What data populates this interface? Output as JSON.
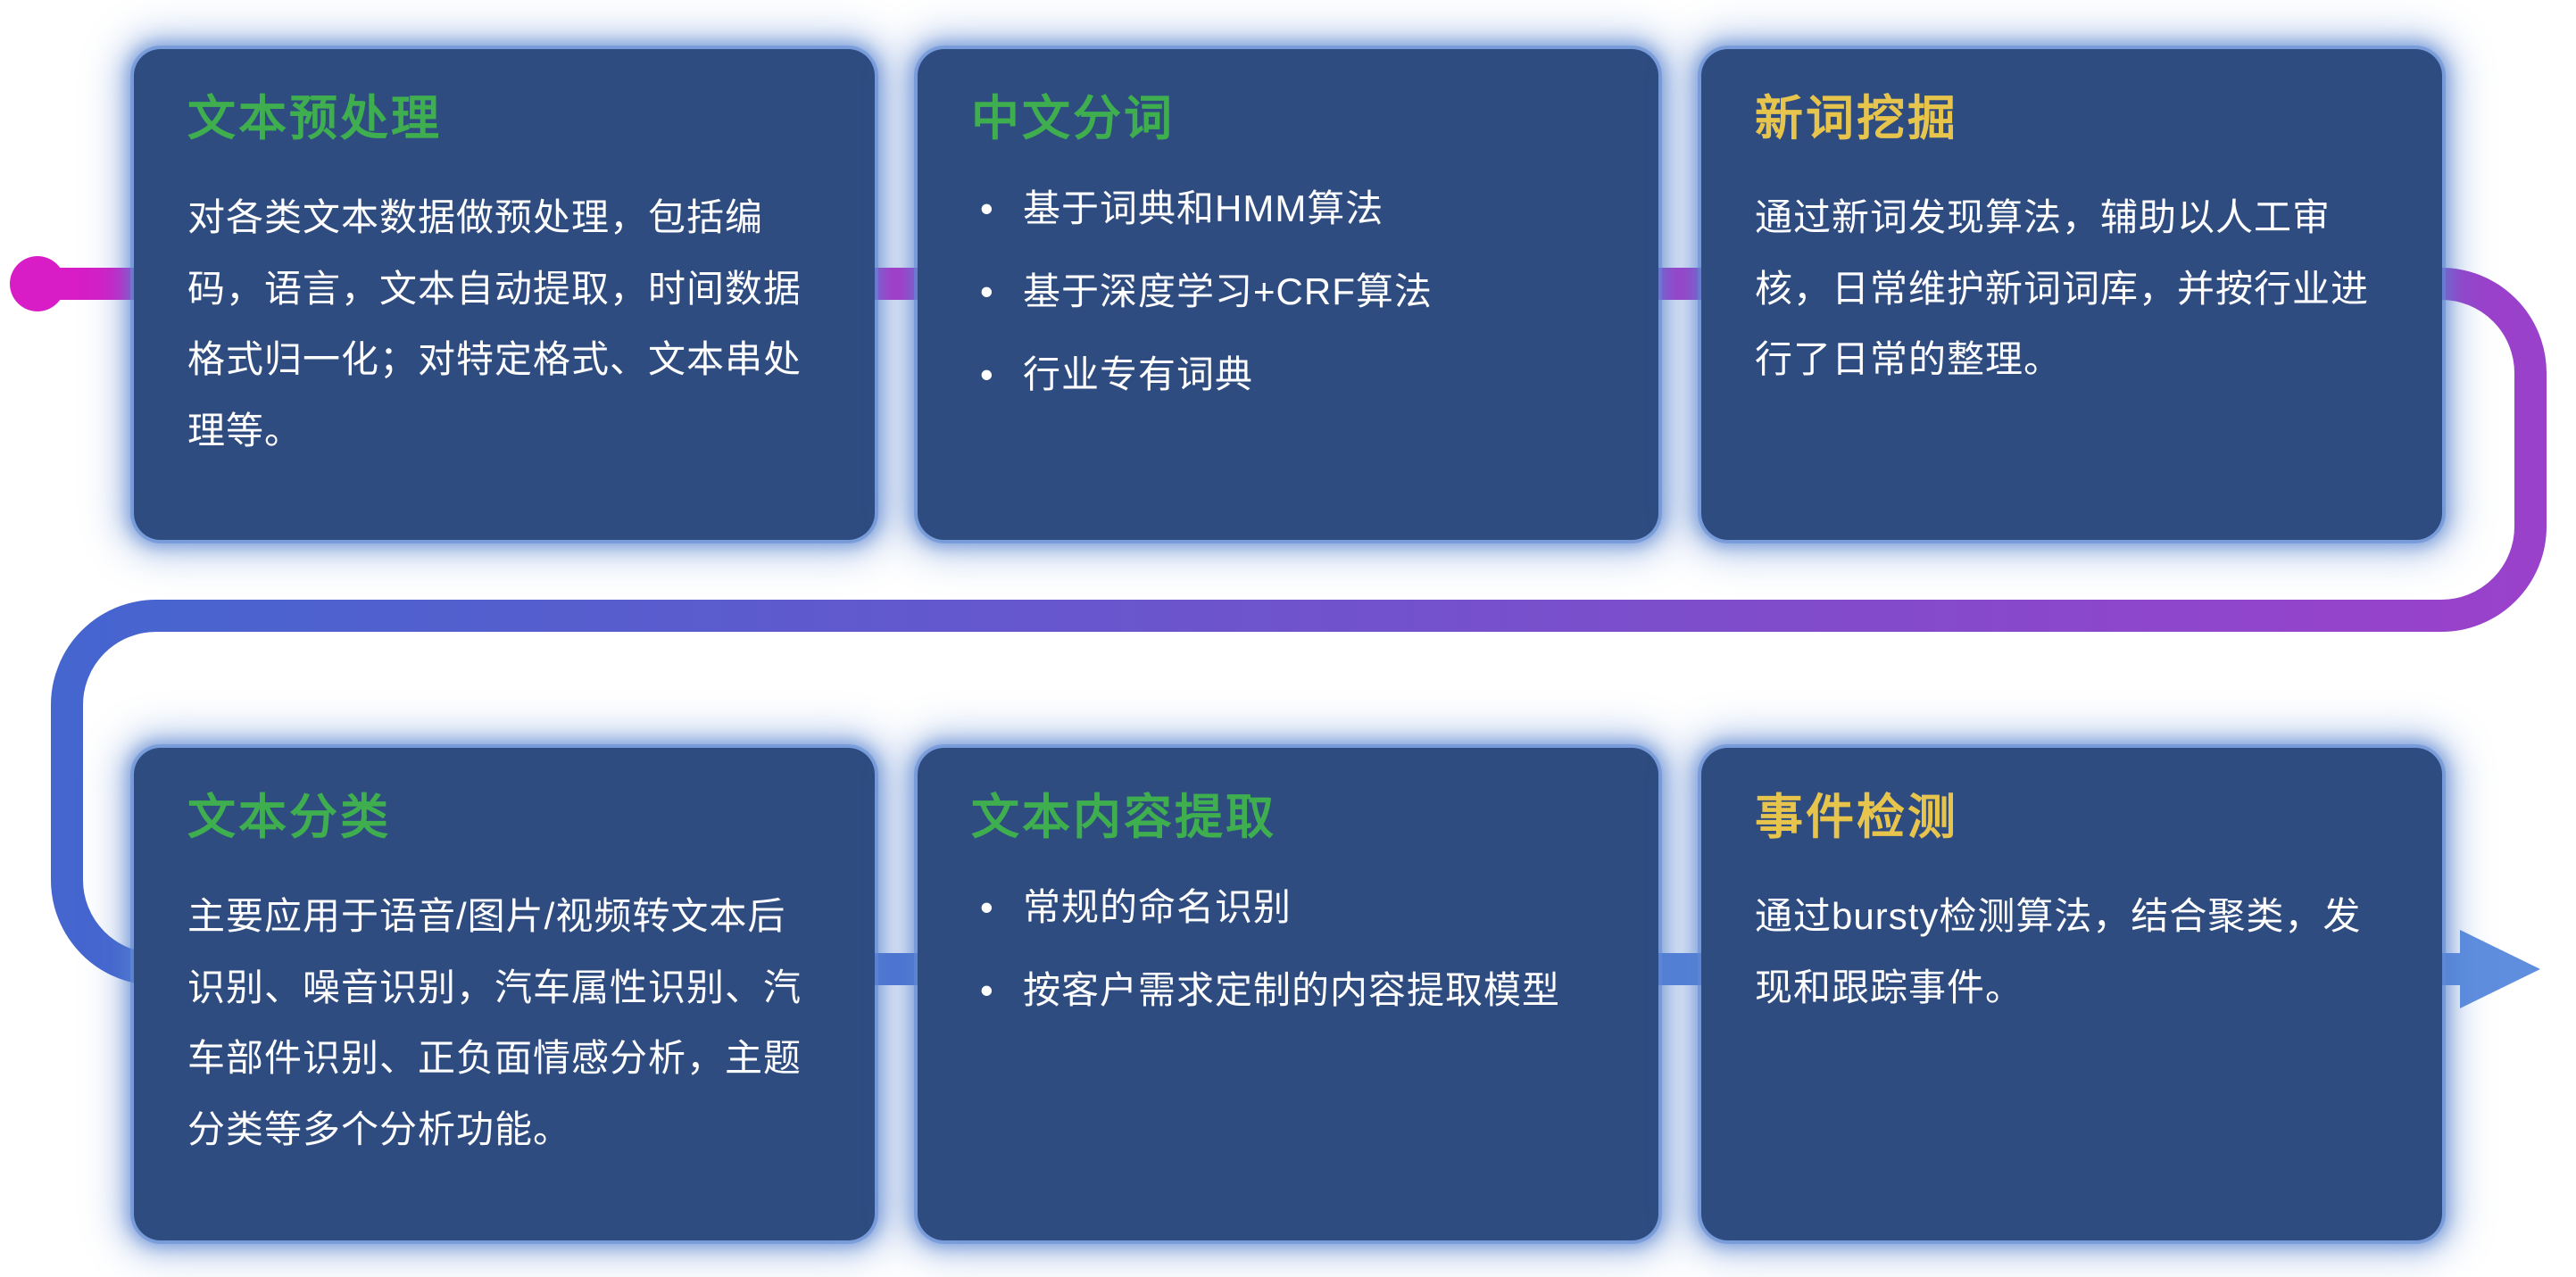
{
  "colors": {
    "card_bg": "#2f4c80",
    "card_glow": "#5480ce",
    "title_green": "#3eae4e",
    "title_yellow": "#e7c44c",
    "body_text": "#ffffff",
    "pipe_start": "#d81cc6",
    "pipe_purple": "#9a41cb",
    "pipe_blue": "#4565cf",
    "pipe_end": "#5f8edf"
  },
  "pipe": {
    "start_marker": "magenta-dot",
    "end_marker": "blue-arrow-right",
    "direction": "row1-left-to-right, curve down right side, middle span right-to-left, curve down left side, row2-left-to-right"
  },
  "cards": [
    {
      "title": "文本预处理",
      "title_color": "green",
      "type": "paragraph",
      "body": "对各类文本数据做预处理，包括编码，语言，文本自动提取，时间数据格式归一化；对特定格式、文本串处理等。"
    },
    {
      "title": "中文分词",
      "title_color": "green",
      "type": "bullets",
      "bullets": [
        "基于词典和HMM算法",
        "基于深度学习+CRF算法",
        "行业专有词典"
      ]
    },
    {
      "title": "新词挖掘",
      "title_color": "yellow",
      "type": "paragraph",
      "body": "通过新词发现算法，辅助以人工审核，日常维护新词词库，并按行业进行了日常的整理。"
    },
    {
      "title": "文本分类",
      "title_color": "green",
      "type": "paragraph",
      "body": "主要应用于语音/图片/视频转文本后识别、噪音识别，汽车属性识别、汽车部件识别、正负面情感分析，主题分类等多个分析功能。"
    },
    {
      "title": "文本内容提取",
      "title_color": "green",
      "type": "bullets",
      "bullets": [
        "常规的命名识别",
        "按客户需求定制的内容提取模型"
      ]
    },
    {
      "title": "事件检测",
      "title_color": "yellow",
      "type": "paragraph",
      "body": "通过bursty检测算法，结合聚类，发现和跟踪事件。"
    }
  ]
}
